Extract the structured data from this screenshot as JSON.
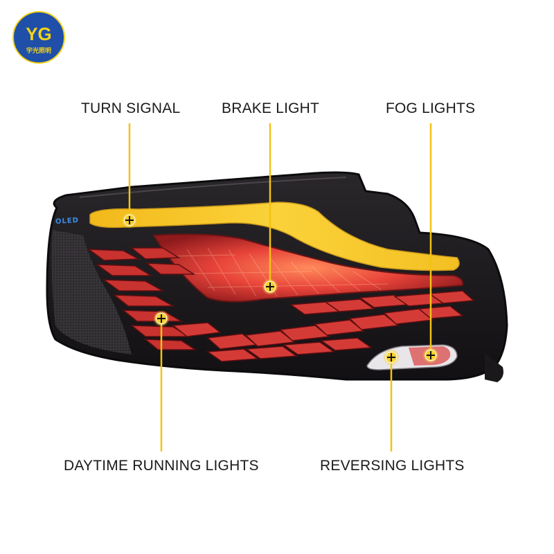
{
  "brand": {
    "logo_letters": "YG",
    "logo_name": "宇光照明",
    "colors": {
      "circle": "#1f4fa8",
      "ring": "#f2d21a",
      "letters": "#f2d21a"
    }
  },
  "product": {
    "badge": "OLED",
    "colors": {
      "housing": "#1c1a1d",
      "amber": "#f4c21c",
      "red_glow": "#e8443a",
      "deep_red": "#8e1a1c",
      "callout": "#f2c315"
    }
  },
  "callouts": [
    {
      "id": "turn-signal",
      "label": "TURN SIGNAL"
    },
    {
      "id": "brake-light",
      "label": "BRAKE LIGHT"
    },
    {
      "id": "fog-lights",
      "label": "FOG LIGHTS"
    },
    {
      "id": "daytime-running-lights",
      "label": "DAYTIME RUNNING LIGHTS"
    },
    {
      "id": "reversing-lights",
      "label": "REVERSING LIGHTS"
    }
  ]
}
